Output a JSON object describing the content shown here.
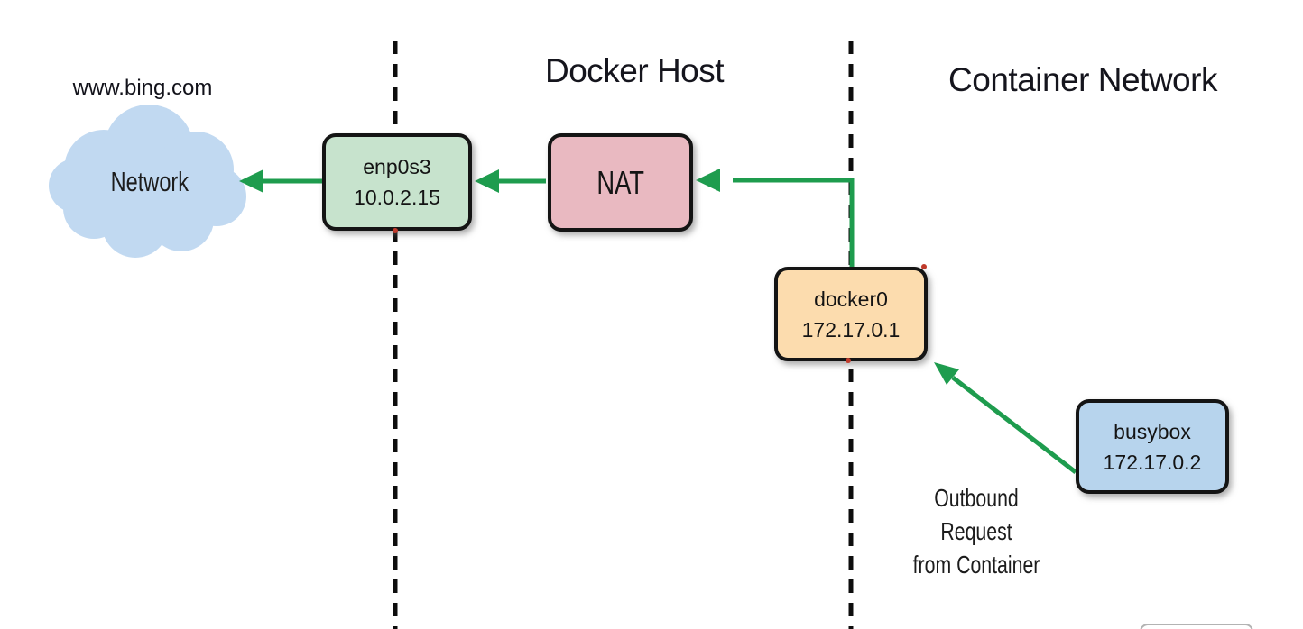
{
  "diagram": {
    "external": {
      "url_label": "www.bing.com",
      "cloud_label": "Network"
    },
    "zones": {
      "docker_host_title": "Docker Host",
      "container_network_title": "Container Network"
    },
    "nodes": {
      "enp0s3": {
        "name": "enp0s3",
        "ip": "10.0.2.15"
      },
      "nat": {
        "name": "NAT"
      },
      "docker0": {
        "name": "docker0",
        "ip": "172.17.0.1"
      },
      "busybox": {
        "name": "busybox",
        "ip": "172.17.0.2"
      }
    },
    "annotation": {
      "line1": "Outbound",
      "line2": "Request",
      "line3": "from Container"
    }
  },
  "colors": {
    "arrow_green": "#1e9c4e",
    "divider_color": "#0d0d0d",
    "cloud_fill": "#c1d9f1",
    "enp0s3_fill": "#c7e3cd",
    "nat_fill": "#e9b9c1",
    "docker0_fill": "#fcdcae",
    "busybox_fill": "#b7d4ed",
    "box_border": "#141414"
  }
}
